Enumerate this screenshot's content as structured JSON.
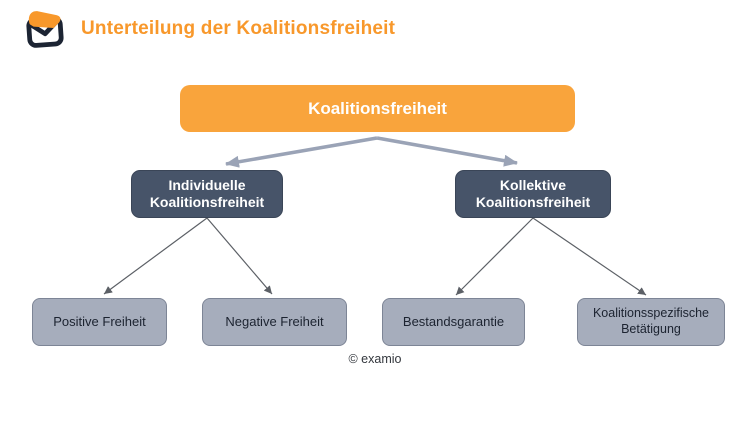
{
  "header": {
    "title": "Unterteilung der Koalitionsfreiheit",
    "logo": "examio-logo"
  },
  "diagram": {
    "type": "flowchart-tree",
    "root": {
      "label": "Koalitionsfreiheit"
    },
    "level2": [
      {
        "label": "Individuelle\nKoalitionsfreiheit"
      },
      {
        "label": "Kollektive\nKoalitionsfreiheit"
      }
    ],
    "level3": [
      {
        "label": "Positive Freiheit",
        "parent": "Individuelle Koalitionsfreiheit"
      },
      {
        "label": "Negative Freiheit",
        "parent": "Individuelle Koalitionsfreiheit"
      },
      {
        "label": "Bestandsgarantie",
        "parent": "Kollektive Koalitionsfreiheit"
      },
      {
        "label": "Koalitionsspezifische\nBetätigung",
        "parent": "Kollektive Koalitionsfreiheit"
      }
    ]
  },
  "footer": {
    "copyright": "© examio"
  },
  "colors": {
    "brand_orange": "#F8982B",
    "node_orange": "#F9A43C",
    "node_dark": "#475469",
    "node_dark_border": "#3A4557",
    "node_gray": "#A6ADBC",
    "node_gray_border": "#7D8596",
    "arrow_thick": "#9AA3B6",
    "arrow_thin": "#5C6066",
    "text_dark": "#1C2330",
    "text_light": "#FFFFFF",
    "logo_navy": "#1C2433",
    "footer_text": "#33373D"
  }
}
